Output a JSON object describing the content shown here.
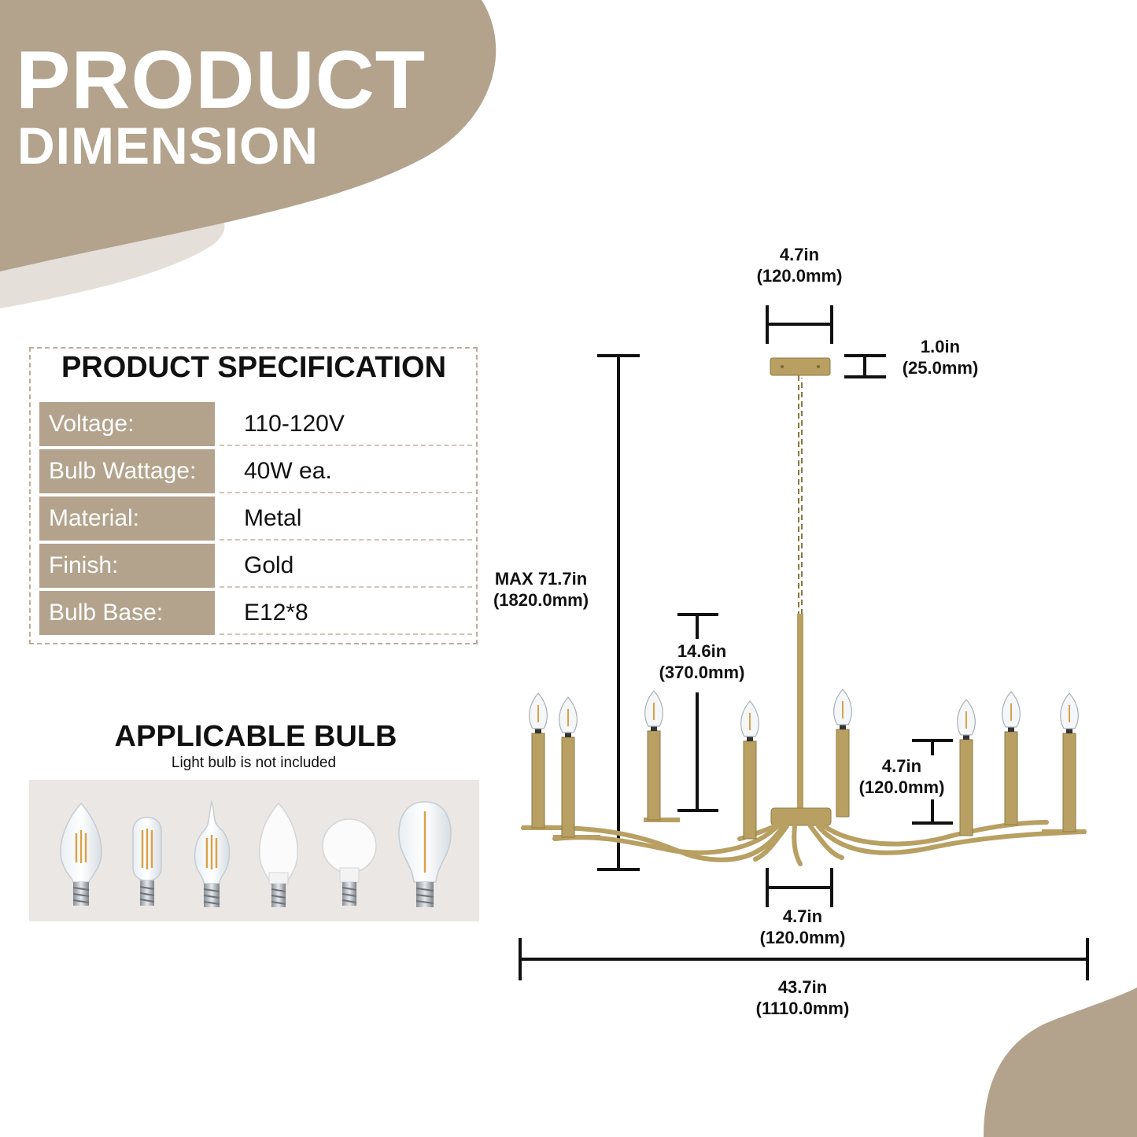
{
  "header": {
    "title": "PRODUCT",
    "subtitle": "DIMENSION"
  },
  "specification": {
    "title": "PRODUCT SPECIFICATION",
    "rows": [
      {
        "label": "Voltage:",
        "value": "110-120V"
      },
      {
        "label": "Bulb Wattage:",
        "value": "40W ea."
      },
      {
        "label": "Material:",
        "value": "Metal"
      },
      {
        "label": "Finish:",
        "value": "Gold"
      },
      {
        "label": "Bulb Base:",
        "value": "E12*8"
      }
    ]
  },
  "bulbs": {
    "title": "APPLICABLE BULB",
    "note": "Light bulb is not included",
    "types": [
      "candle-filament-bulb",
      "tubular-filament-bulb",
      "flame-tip-filament-bulb",
      "frosted-candle-bulb",
      "globe-bulb",
      "vintage-edison-bulb"
    ]
  },
  "dimensions": {
    "canopy_width": {
      "in": "4.7in",
      "mm": "(120.0mm)"
    },
    "canopy_height": {
      "in": "1.0in",
      "mm": "(25.0mm)"
    },
    "max_height": {
      "in": "MAX 71.7in",
      "mm": "(1820.0mm)"
    },
    "body_height": {
      "in": "14.6in",
      "mm": "(370.0mm)"
    },
    "candle_height": {
      "in": "4.7in",
      "mm": "(120.0mm)"
    },
    "hub_width": {
      "in": "4.7in",
      "mm": "(120.0mm)"
    },
    "total_width": {
      "in": "43.7in",
      "mm": "(1110.0mm)"
    }
  },
  "colors": {
    "taupe": "#b3a38d",
    "light_taupe": "#e4dfd8",
    "gold": "#b89f62",
    "panel": "#ebe7e4"
  }
}
